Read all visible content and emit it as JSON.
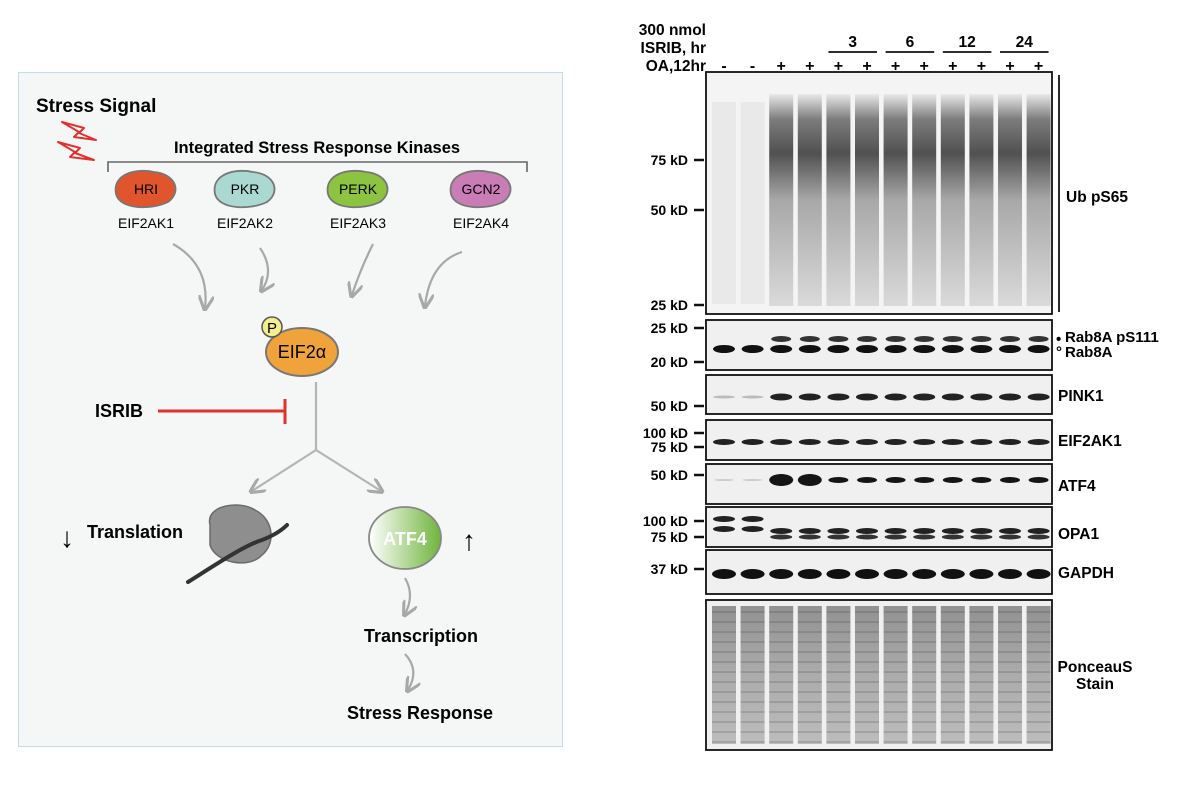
{
  "diagram": {
    "stress_signal": "Stress Signal",
    "kinase_header": "Integrated Stress Response Kinases",
    "kinases": [
      {
        "short": "HRI",
        "gene": "EIF2AK1",
        "color": "#e1552d"
      },
      {
        "short": "PKR",
        "gene": "EIF2AK2",
        "color": "#a9d9d0"
      },
      {
        "short": "PERK",
        "gene": "EIF2AK3",
        "color": "#8cc33f"
      },
      {
        "short": "GCN2",
        "gene": "EIF2AK4",
        "color": "#c97cb6"
      }
    ],
    "phospho": "P",
    "eif2a": "EIF2α",
    "eif2a_color": "#f0a23b",
    "isrib": "ISRIB",
    "inhibit_color": "#e0312f",
    "translation": "Translation",
    "translation_arrow": "↓",
    "atf4": "ATF4",
    "atf4_arrow": "↑",
    "transcription": "Transcription",
    "stress_response": "Stress Response"
  },
  "blot": {
    "header_rows": [
      {
        "label": "300 nmol",
        "marks": []
      },
      {
        "label": "ISRIB, hr",
        "marks": [
          "",
          "",
          "",
          "",
          "3",
          "",
          "6",
          "",
          "12",
          "",
          "24",
          ""
        ]
      },
      {
        "label": "OA,12hr",
        "marks": [
          "-",
          "-",
          "+",
          "+",
          "+",
          "+",
          "+",
          "+",
          "+",
          "+",
          "+",
          "+"
        ]
      }
    ],
    "isrib_groups": [
      "3",
      "6",
      "12",
      "24"
    ],
    "panels": [
      {
        "name": "Ub pS65",
        "markers": [
          "75 kD",
          "50 kD",
          "25 kD"
        ]
      },
      {
        "name": "Rab8A pS111",
        "name2": "Rab8A",
        "markers": [
          "25 kD",
          "20 kD"
        ]
      },
      {
        "name": "PINK1",
        "markers": [
          "50 kD"
        ]
      },
      {
        "name": "EIF2AK1",
        "markers": [
          "100 kD",
          "75 kD"
        ]
      },
      {
        "name": "ATF4",
        "markers": [
          "50 kD"
        ]
      },
      {
        "name": "OPA1",
        "markers": [
          "100 kD",
          "75 kD"
        ]
      },
      {
        "name": "GAPDH",
        "markers": [
          "37 kD"
        ]
      },
      {
        "name": "PonceauS",
        "name2": "Stain",
        "markers": []
      }
    ],
    "bullet_filled": "•",
    "bullet_open": "°"
  }
}
